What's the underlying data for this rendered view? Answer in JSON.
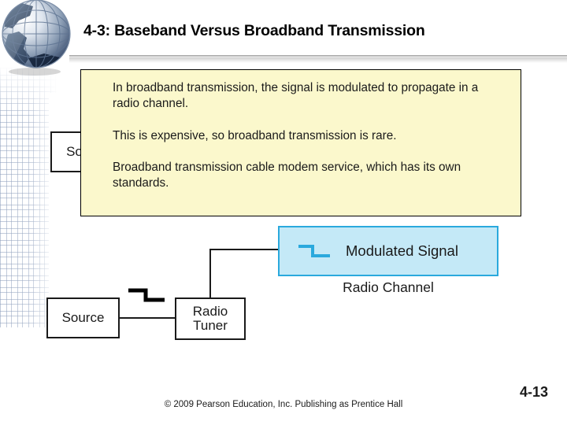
{
  "slide": {
    "title": "4-3: Baseband Versus Broadband Transmission",
    "body_paragraphs": [
      "In broadband transmission, the signal is modulated to propagate in a radio channel.",
      "This is expensive, so broadband transmission is rare.",
      "Broadband transmission cable modem service, which has its own standards."
    ],
    "footer": {
      "copyright": "© 2009 Pearson Education, Inc.  Publishing as Prentice Hall",
      "slide_number": "4-13"
    }
  },
  "diagram": {
    "hidden_source_label": "Source",
    "modulated_signal_label": "Modulated Signal",
    "radio_channel_label": "Radio Channel",
    "source_label": "Source",
    "radio_tuner_label_line1": "Radio",
    "radio_tuner_label_line2": "Tuner",
    "icons": {
      "blue_step_wave": "step-wave-icon",
      "black_step_wave": "step-wave-icon"
    }
  },
  "colors": {
    "panel_background": "#fbf8cc",
    "panel_border": "#000000",
    "modulated_fill": "#c4e9f7",
    "modulated_border": "#2aa9dd",
    "wave_blue": "#2aa9dd",
    "text": "#1a1a1a"
  },
  "branding": {
    "globe_icon": "globe-icon"
  }
}
